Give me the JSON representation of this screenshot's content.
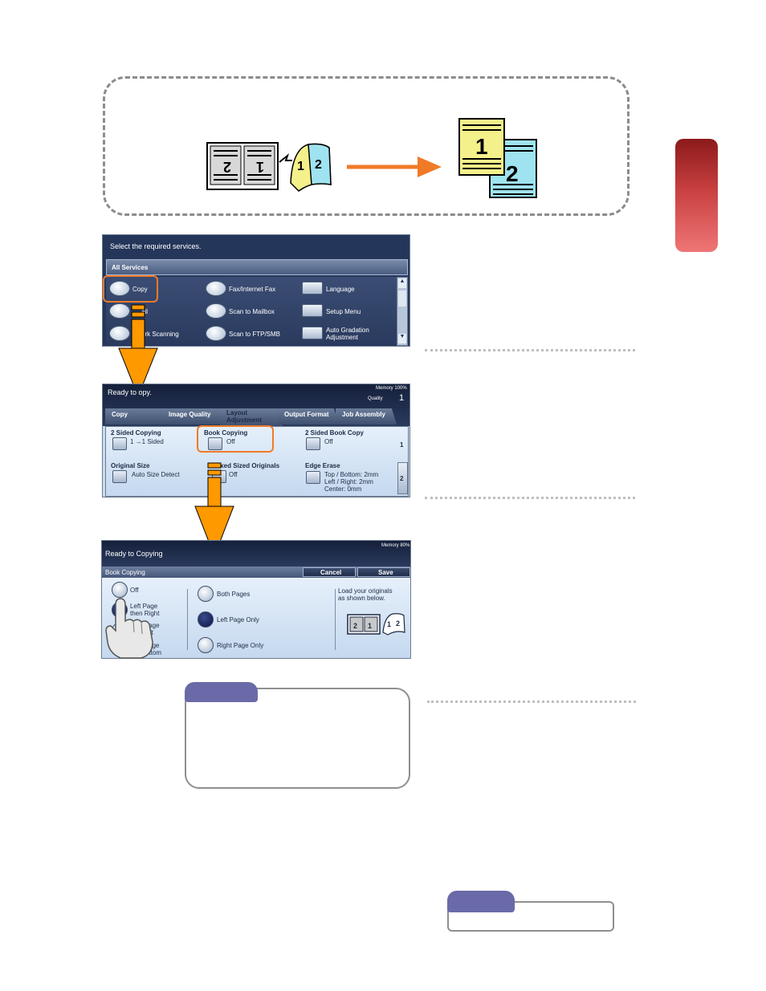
{
  "colors": {
    "accent_orange": "#f07a28",
    "arrow_orange": "#ff9900",
    "side_tab_top": "#8c1a1a",
    "side_tab_bottom": "#ef7676",
    "note_pill": "#6a6aa8"
  },
  "screen1": {
    "prompt": "Select the required services.",
    "section": "All Services",
    "items": [
      "Copy",
      "ail",
      "ork Scanning",
      "Fax/Internet Fax",
      "Scan to Mailbox",
      "Scan to FTP/SMB",
      "Language",
      "Setup Menu",
      "Auto Gradation",
      "Adjustment"
    ]
  },
  "screen2": {
    "status": "Ready to  opy.",
    "memory": "Memory 100%",
    "quality_label": "Quality",
    "quality_value": "1",
    "tabs": [
      "Copy",
      "Image Quality",
      "Layout",
      "Adjustment",
      "Output Format",
      "Job Assembly"
    ],
    "options": {
      "two_sided": "2 Sided Copying",
      "two_sided_val": "1 →1 Sided",
      "book_copying": "Book Copying",
      "book_copying_val": "Off",
      "two_sided_book": "2 Sided Book Copy",
      "two_sided_book_val": "Off",
      "original_size": "Original Size",
      "original_size_val": "Auto Size Detect",
      "mixed": "ixed Sized Originals",
      "mixed_val": "Off",
      "edge_erase": "Edge Erase",
      "edge_l1": "Top / Bottom: 2mm",
      "edge_l2": "Left / Right: 2mm",
      "edge_l3": "Center: 0mm"
    },
    "page1": "1",
    "page2": "2"
  },
  "screen3": {
    "status": "Ready to Copying",
    "memory": "Memory 80%",
    "title": "Book Copying",
    "cancel": "Cancel",
    "save": "Save",
    "left_opts": [
      "Off",
      "Left Page",
      "then Right",
      "ht Page",
      "eft",
      "age",
      "ottom"
    ],
    "mid_opts": [
      "Both Pages",
      "Left Page Only",
      "Right Page Only"
    ],
    "load_l1": "Load your originals",
    "load_l2": "as shown below."
  }
}
